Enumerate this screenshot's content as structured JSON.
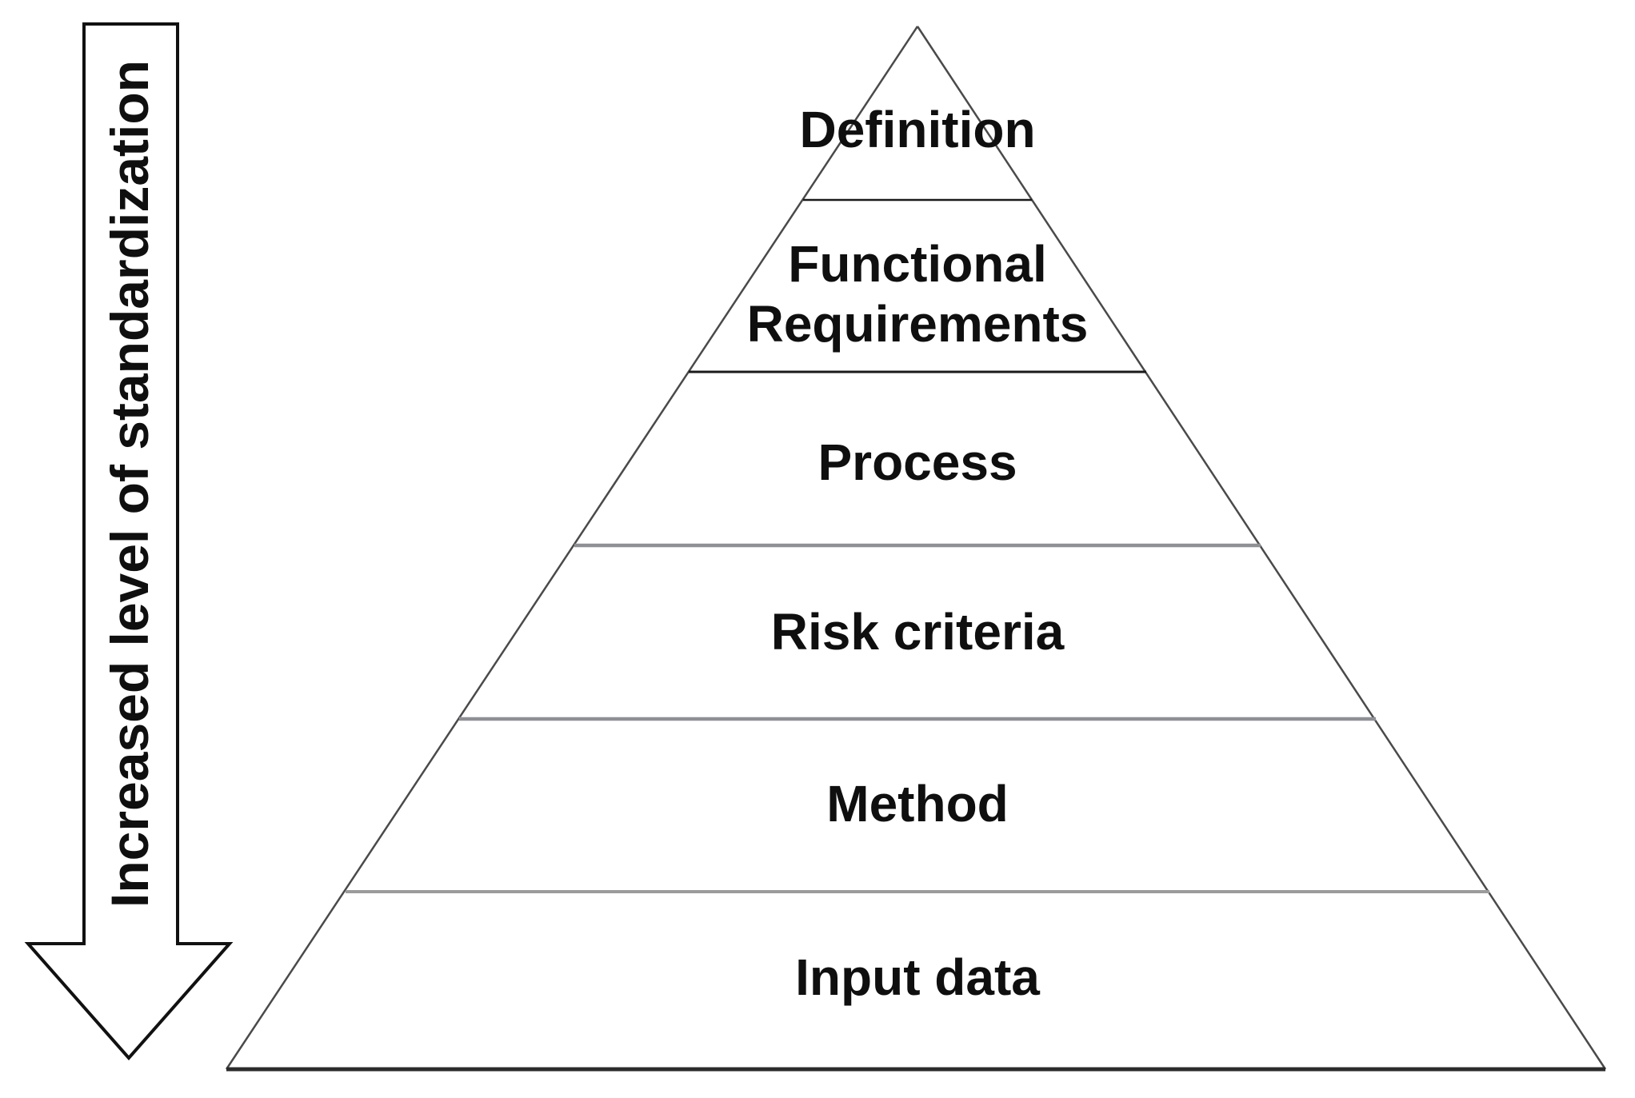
{
  "figure": {
    "type": "pyramid-diagram",
    "arrow_label": "Increased level of standardization",
    "levels": [
      {
        "label": "Definition"
      },
      {
        "label": "Functional Requirements"
      },
      {
        "label": "Process"
      },
      {
        "label": "Risk criteria"
      },
      {
        "label": "Method"
      },
      {
        "label": "Input data"
      }
    ]
  },
  "colors": {
    "background": "#ffffff",
    "arrow_outline": "#111111",
    "arrow_fill": "#ffffff",
    "pyramid_edge_gray": "#4a4a4a",
    "separator_dark": "#1a1a1a",
    "separator_gray": "#8e9094",
    "separator_light_gray": "#9b9b9b",
    "bottom_edge": "#2b2b2b",
    "text": "#0f0f0f"
  }
}
